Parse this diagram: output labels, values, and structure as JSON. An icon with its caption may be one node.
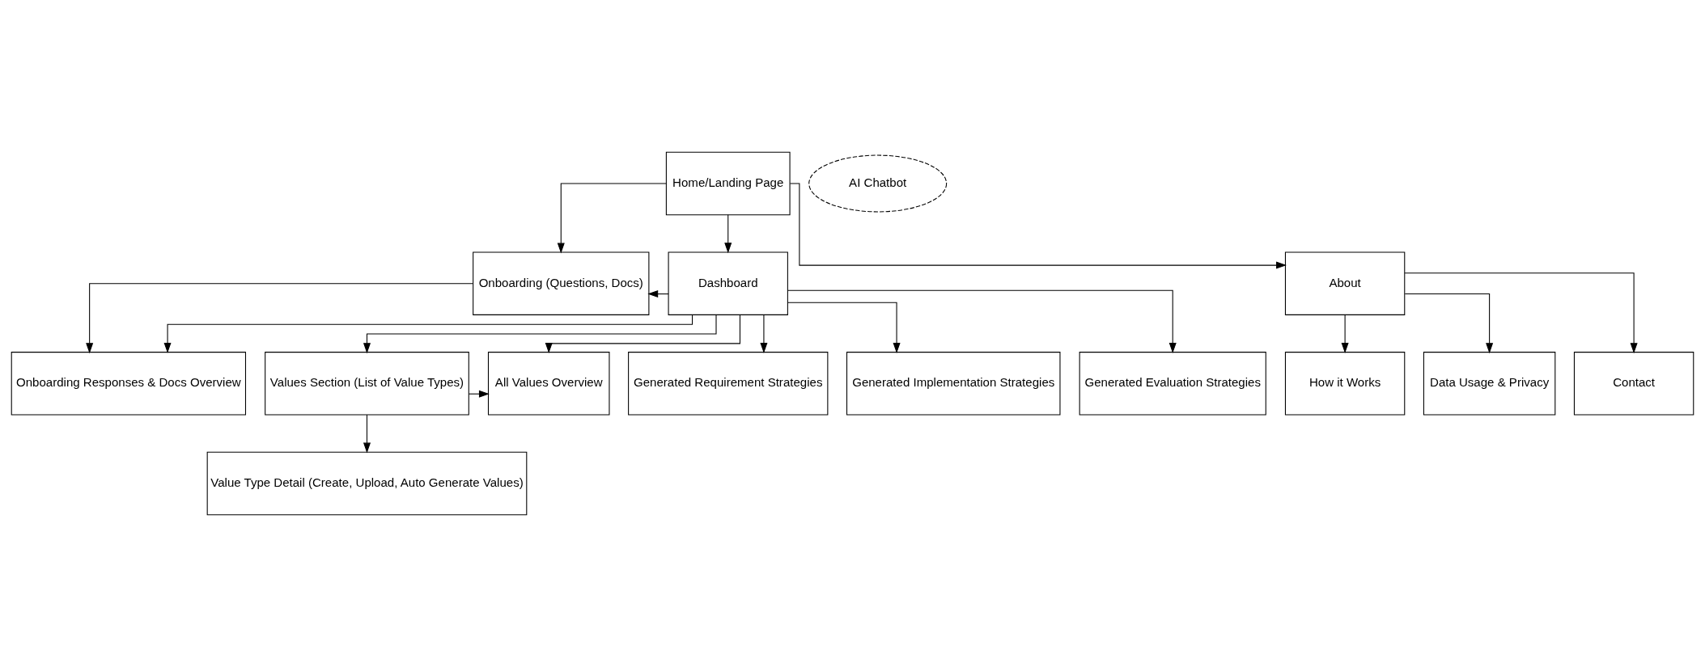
{
  "diagram": {
    "nodes": [
      {
        "text": [
          "Home/Landing Page"
        ]
      },
      {
        "text": [
          "AI Chatbot"
        ]
      },
      {
        "text": [
          "Onboarding (Questions, Docs)"
        ]
      },
      {
        "text": [
          "Dashboard"
        ]
      },
      {
        "text": [
          "About"
        ]
      },
      {
        "text": [
          "Onboarding Responses & Docs Overview"
        ]
      },
      {
        "text": [
          "Values Section (List of Value Types)"
        ]
      },
      {
        "text": [
          "All Values Overview"
        ]
      },
      {
        "text": [
          "Generated Requirement Strategies"
        ]
      },
      {
        "text": [
          "Generated Implementation Strategies"
        ]
      },
      {
        "text": [
          "Generated Evaluation Strategies"
        ]
      },
      {
        "text": [
          "How it Works"
        ]
      },
      {
        "text": [
          "Data Usage & Privacy"
        ]
      },
      {
        "text": [
          "Contact"
        ]
      },
      {
        "text": [
          "Value Type Detail (Create, Upload, Auto Generate Values)"
        ]
      }
    ],
    "edges": [
      {
        "from": 0,
        "to": 2,
        "arrow": "to"
      },
      {
        "from": 0,
        "to": 3,
        "arrow": "to"
      },
      {
        "from": 0,
        "to": 4,
        "arrow": "to"
      },
      {
        "from": 3,
        "to": 2,
        "arrow": "to"
      },
      {
        "from": 2,
        "to": 5,
        "arrow": "to"
      },
      {
        "from": 3,
        "to": 5,
        "arrow": "to"
      },
      {
        "from": 3,
        "to": 6,
        "arrow": "to"
      },
      {
        "from": 3,
        "to": 7,
        "arrow": "to"
      },
      {
        "from": 3,
        "to": 8,
        "arrow": "to"
      },
      {
        "from": 3,
        "to": 9,
        "arrow": "to"
      },
      {
        "from": 3,
        "to": 10,
        "arrow": "to"
      },
      {
        "from": 6,
        "to": 7,
        "arrow": "to"
      },
      {
        "from": 6,
        "to": 14,
        "arrow": "to"
      },
      {
        "from": 4,
        "to": 11,
        "arrow": "to"
      },
      {
        "from": 4,
        "to": 12,
        "arrow": "to"
      },
      {
        "from": 4,
        "to": 13,
        "arrow": "to"
      }
    ]
  }
}
